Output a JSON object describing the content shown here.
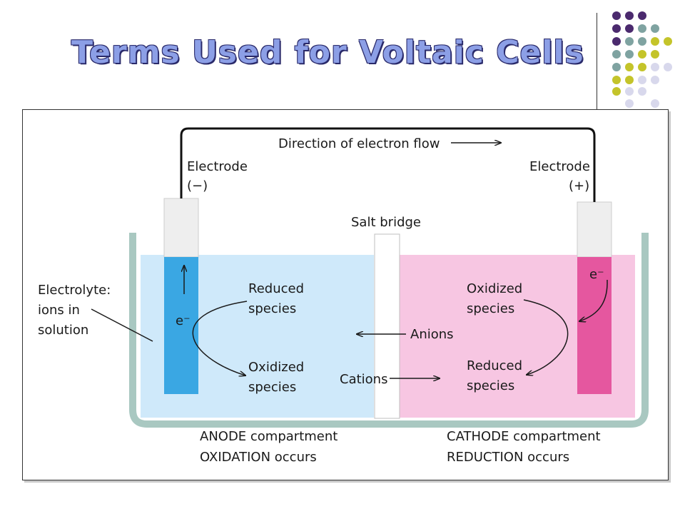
{
  "title": "Terms Used for Voltaic Cells",
  "colors": {
    "title_fill": "#8c9fe6",
    "anode_solution": "#cfe9fa",
    "anode_electrode": "#3aa7e3",
    "cathode_solution": "#f7c6e2",
    "cathode_electrode": "#e5579f",
    "beaker": "#a9c8c1",
    "dot_purple": "#4b2a6e",
    "dot_teal": "#7fa3a1",
    "dot_olive": "#c4c42a",
    "dot_lavender": "#d8d8ec"
  },
  "diagram": {
    "electron_flow_label": "Direction of electron flow",
    "electrode_left_label": "Electrode",
    "electrode_left_sign": "(−)",
    "electrode_right_label": "Electrode",
    "electrode_right_sign": "(+)",
    "salt_bridge_label": "Salt bridge",
    "electrolyte_line1": "Electrolyte:",
    "electrolyte_line2": "ions in",
    "electrolyte_line3": "solution",
    "left_reduced_line1": "Reduced",
    "left_reduced_line2": "species",
    "left_oxidized_line1": "Oxidized",
    "left_oxidized_line2": "species",
    "right_oxidized_line1": "Oxidized",
    "right_oxidized_line2": "species",
    "right_reduced_line1": "Reduced",
    "right_reduced_line2": "species",
    "anions_label": "Anions",
    "cations_label": "Cations",
    "electron_symbol": "e⁻",
    "anode_line1": "ANODE compartment",
    "anode_line2": "OXIDATION occurs",
    "cathode_line1": "CATHODE compartment",
    "cathode_line2": "REDUCTION occurs"
  }
}
